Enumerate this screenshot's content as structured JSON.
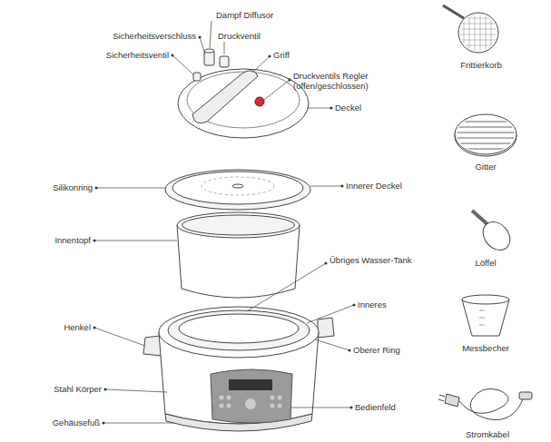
{
  "diagram": {
    "labels": [
      "Dampf Diffusor",
      "Sicherheitsverschluss",
      "Druckventil",
      "Sicherheitsventil",
      "Griff",
      "Druckventils Regler (offen/geschlossen)",
      "Deckel",
      "Silikonring",
      "Innerer Deckel",
      "Innentopf",
      "Übriges Wasser-Tank",
      "Inneres",
      "Henkel",
      "Oberer Ring",
      "Stahl Körper",
      "Bedienfeld",
      "Gehäusefuß",
      "Frittierkorb",
      "Gitter",
      "Löffel",
      "Messbecher",
      "Stromkabel"
    ]
  }
}
